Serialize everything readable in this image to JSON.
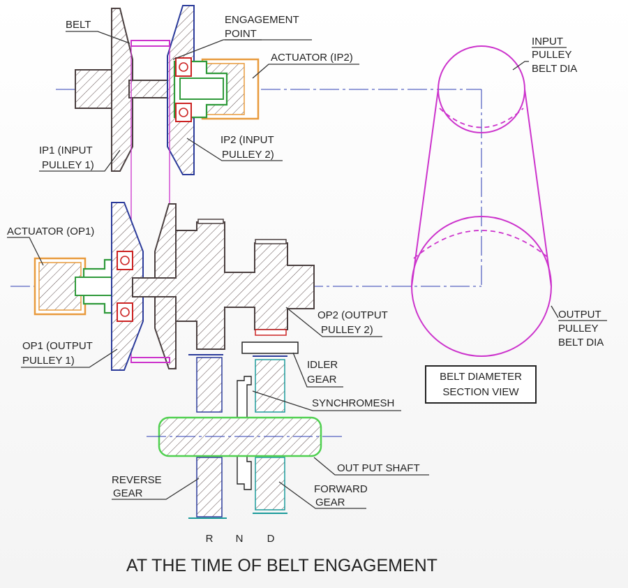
{
  "labels": {
    "belt": "BELT",
    "engagement_point_1": "ENGAGEMENT",
    "engagement_point_2": "POINT",
    "actuator_ip2": "ACTUATOR (IP2)",
    "ip1_1": "IP1 (INPUT",
    "ip1_2": "PULLEY 1)",
    "ip2_1": "IP2 (INPUT",
    "ip2_2": "PULLEY 2)",
    "actuator_op1": "ACTUATOR (OP1)",
    "op1_1": "OP1 (OUTPUT",
    "op1_2": "PULLEY 1)",
    "op2_1": "OP2 (OUTPUT",
    "op2_2": "PULLEY 2)",
    "idler_1": "IDLER",
    "idler_2": "GEAR",
    "synchromesh": "SYNCHROMESH",
    "output_shaft": "OUT PUT SHAFT",
    "reverse_1": "REVERSE",
    "reverse_2": "GEAR",
    "forward_1": "FORWARD",
    "forward_2": "GEAR",
    "input_dia_1": "INPUT",
    "input_dia_2": "PULLEY",
    "input_dia_3": "BELT DIA",
    "output_dia_1": "OUTPUT",
    "output_dia_2": "PULLEY",
    "output_dia_3": "BELT DIA",
    "section_view_1": "BELT DIAMETER",
    "section_view_2": "SECTION VIEW",
    "pos_r": "R",
    "pos_n": "N",
    "pos_d": "D"
  },
  "caption": "AT THE TIME OF BELT ENGAGEMENT",
  "colors": {
    "belt": "#cc33cc",
    "actuator": "#e89a3c",
    "actuator_piston": "#2f9a3a",
    "seal": "#cc2222",
    "pulley_outline": "#2a3a9a",
    "output_shaft": "#4fd04f",
    "gear_teeth": "#1a9a9a",
    "center_line": "#2b3bb3",
    "hatch": "#5a4a4a"
  }
}
